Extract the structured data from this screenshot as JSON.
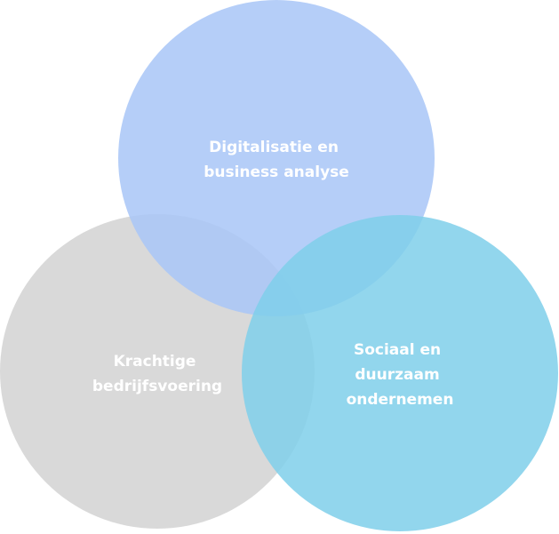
{
  "diagram": {
    "type": "venn",
    "circles": [
      {
        "id": "digital",
        "lines": [
          "Digitalisatie en",
          "business analyse"
        ],
        "color": "#a8c6f7"
      },
      {
        "id": "krachtig",
        "lines": [
          "Krachtige",
          "bedrijfsvoering"
        ],
        "color": "#d5d5d5"
      },
      {
        "id": "sociaal",
        "lines": [
          "Sociaal en",
          "duurzaam",
          "ondernemen"
        ],
        "color": "#7fcfea"
      }
    ]
  }
}
